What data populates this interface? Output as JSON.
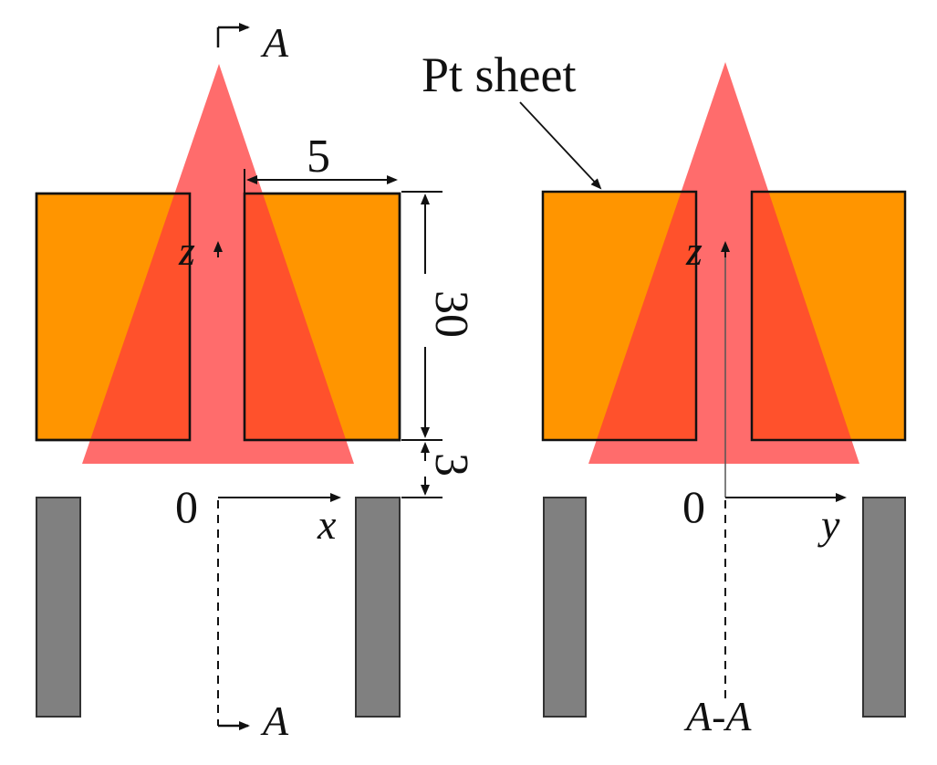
{
  "labels": {
    "pt_sheet": "Pt sheet",
    "section_mark": "A",
    "section_view": "A-A",
    "axis_z": "z",
    "axis_x": "x",
    "axis_y": "y",
    "origin": "0"
  },
  "dimensions": {
    "half_gap": "5",
    "sheet_height": "30",
    "clearance": "3"
  },
  "colors": {
    "sheet": "#FF9500",
    "cone": "#FF6464",
    "overlap": "#FF3B00",
    "electrode": "#808080",
    "line": "#111111"
  }
}
